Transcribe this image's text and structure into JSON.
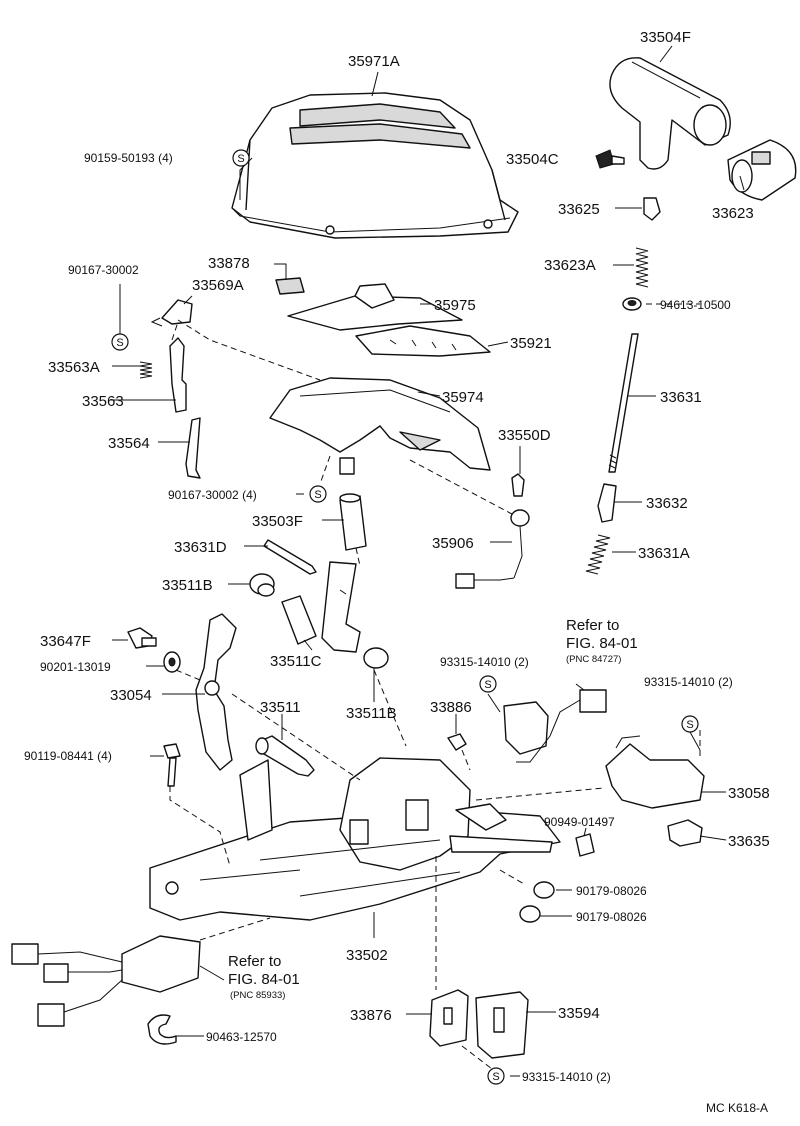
{
  "diagram": {
    "labels": {
      "p35971A": "35971A",
      "p33504F": "33504F",
      "p90159_50193": "90159-50193 (4)",
      "p33504C": "33504C",
      "p33623": "33623",
      "p33625": "33625",
      "p33878": "33878",
      "p90167_30002": "90167-30002",
      "p33569A": "33569A",
      "p33623A": "33623A",
      "p35975": "35975",
      "p94613_10500": "94613-10500",
      "p35921": "35921",
      "p33563A": "33563A",
      "p33563": "33563",
      "p35974": "35974",
      "p33631": "33631",
      "p33564": "33564",
      "p33550D": "33550D",
      "p90167_30002_4": "90167-30002 (4)",
      "p33632": "33632",
      "p33503F": "33503F",
      "p35906": "35906",
      "p33631D": "33631D",
      "p33631A": "33631A",
      "p33511B_top": "33511B",
      "p33647F": "33647F",
      "p90201_13019": "90201-13019",
      "p33511C": "33511C",
      "p33511B": "33511B",
      "p33054": "33054",
      "p33511": "33511",
      "p33886": "33886",
      "p93315_14010_2a": "93315-14010 (2)",
      "p93315_14010_2b": "93315-14010 (2)",
      "p90119_08441": "90119-08441 (4)",
      "p33058": "33058",
      "p90949_01497": "90949-01497",
      "p33635": "33635",
      "p90179_08026a": "90179-08026",
      "p90179_08026b": "90179-08026",
      "p33502": "33502",
      "p33876": "33876",
      "p33594": "33594",
      "p90463_12570": "90463-12570",
      "p93315_14010_2c": "93315-14010 (2)"
    },
    "refs": {
      "ref1_line1": "Refer to",
      "ref1_line2": "FIG. 84-01",
      "ref1_line3": "(PNC 84727)",
      "ref2_line1": "Refer to",
      "ref2_line2": "FIG. 84-01",
      "ref2_line3": "(PNC 85933)"
    },
    "symbol_s": "S",
    "footer": "MC  K618-A"
  }
}
